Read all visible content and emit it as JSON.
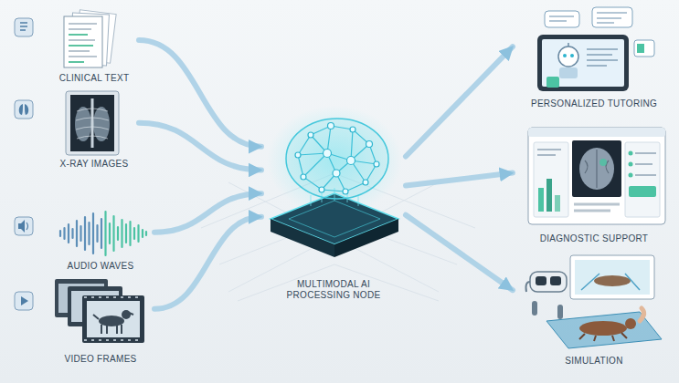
{
  "diagram": {
    "nodes": [
      {
        "text": [
          "CLINICAL TEXT"
        ]
      },
      {
        "text": [
          "X-RAY IMAGES"
        ]
      },
      {
        "text": [
          "AUDIO WAVES"
        ]
      },
      {
        "text": [
          "VIDEO FRAMES"
        ]
      },
      {
        "text": [
          "MULTIMODAL AI PROCESSING NODE"
        ]
      },
      {
        "text": [
          "PERSONALIZED TUTORING"
        ]
      },
      {
        "text": [
          "DIAGNOSTIC SUPPORT"
        ]
      },
      {
        "text": [
          "SIMULATION"
        ]
      }
    ],
    "edges": [
      {
        "from": 0,
        "to": 4,
        "arrow": "to"
      },
      {
        "from": 1,
        "to": 4,
        "arrow": "to"
      },
      {
        "from": 2,
        "to": 4,
        "arrow": "to"
      },
      {
        "from": 3,
        "to": 4,
        "arrow": "to"
      },
      {
        "from": 4,
        "to": 5,
        "arrow": "to"
      },
      {
        "from": 4,
        "to": 6,
        "arrow": "to"
      },
      {
        "from": 4,
        "to": 7,
        "arrow": "to"
      }
    ]
  }
}
